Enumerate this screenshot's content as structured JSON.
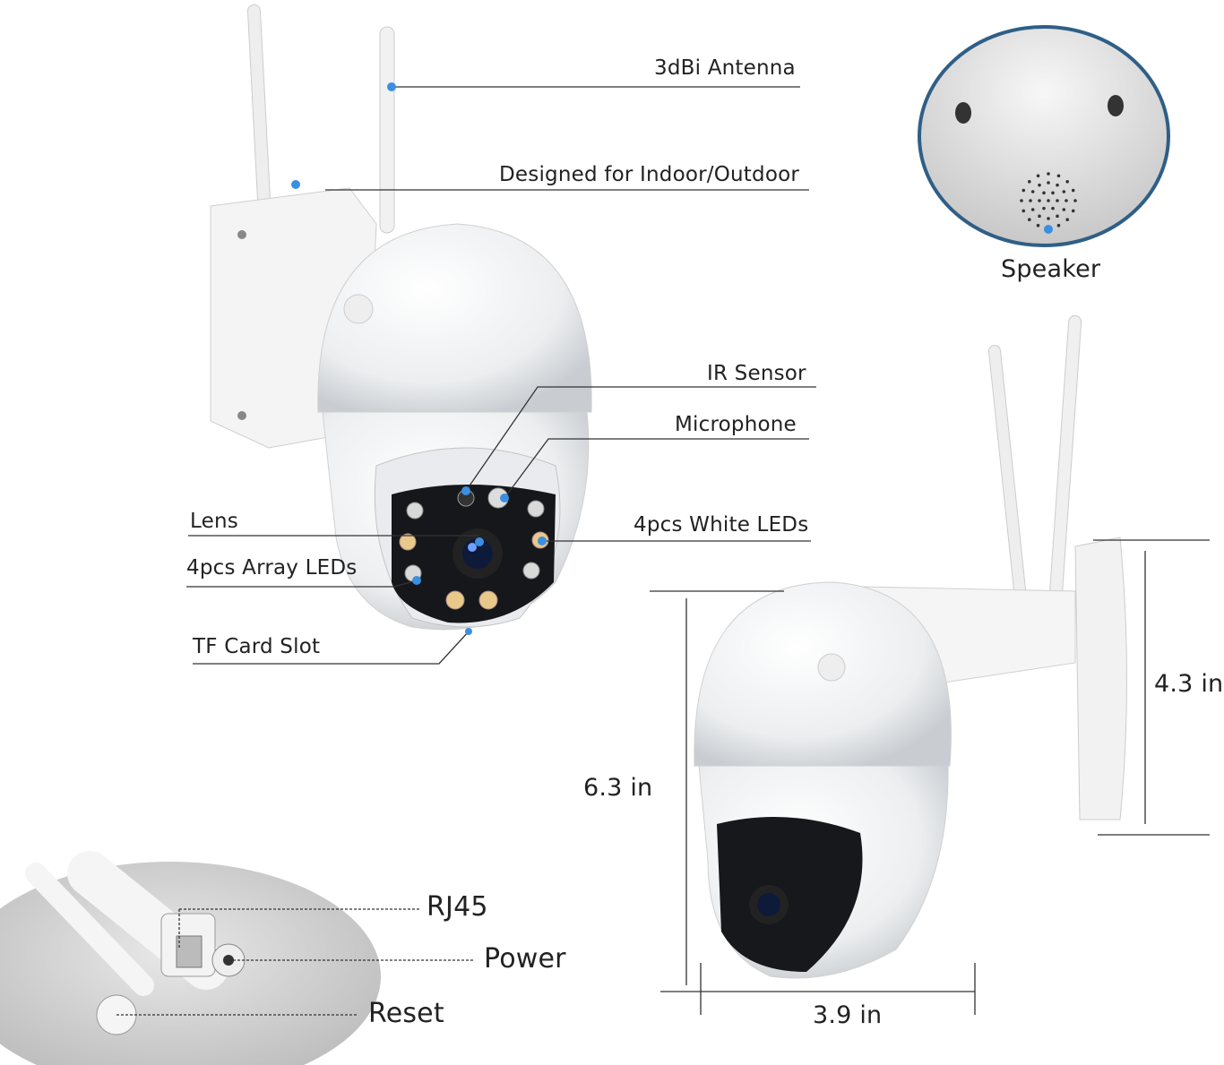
{
  "labels": {
    "antenna": "3dBi  Antenna",
    "indoor_outdoor": "Designed for Indoor/Outdoor",
    "speaker": "Speaker",
    "ir_sensor": "IR Sensor",
    "microphone": "Microphone",
    "lens": "Lens",
    "white_leds": "4pcs White LEDs",
    "array_leds": "4pcs Array LEDs",
    "tf_card": "TF Card Slot",
    "rj45": "RJ45",
    "power": "Power",
    "reset": "Reset"
  },
  "dimensions": {
    "height": "6.3 in",
    "width": "3.9 in",
    "mount_height": "4.3 in"
  },
  "colors": {
    "callout_dot": "#3b8fe0",
    "line": "#333333",
    "speaker_ring": "#2f5f86"
  }
}
